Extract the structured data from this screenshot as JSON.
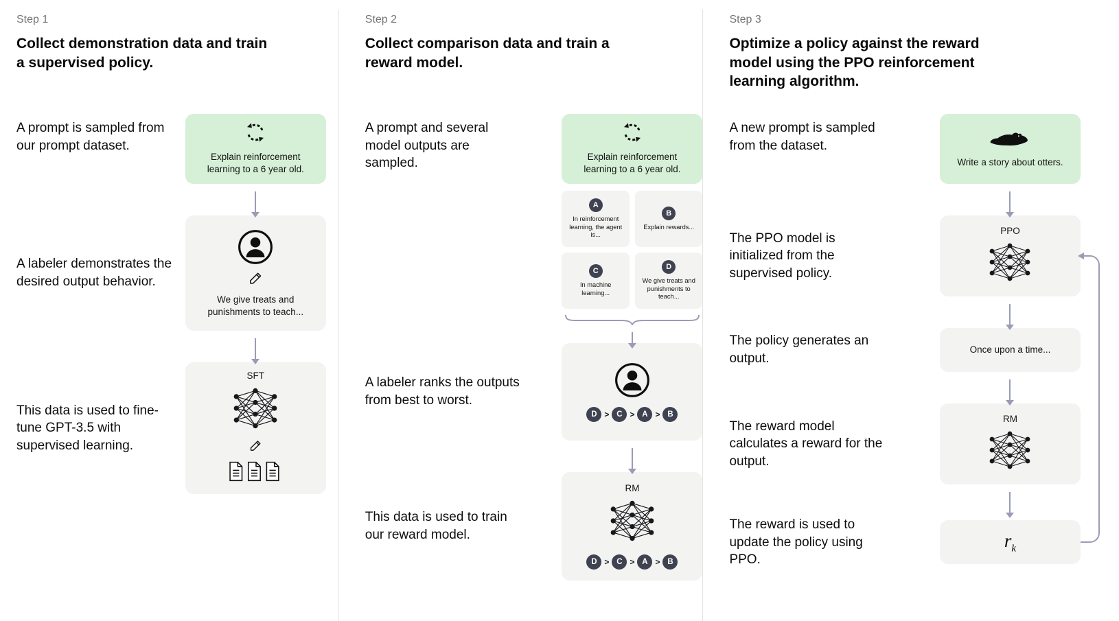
{
  "colors": {
    "green_box": "#d5f0d6",
    "gray_box": "#f3f3f2",
    "badge": "#3f4250",
    "arrow": "#9a9cb4",
    "step_label": "#757575"
  },
  "ui": {
    "gt": ">"
  },
  "step1": {
    "label": "Step 1",
    "title": "Collect demonstration data and train a supervised policy.",
    "row1_text": "A prompt is sampled from our prompt dataset.",
    "prompt_box": "Explain reinforcement learning to a 6 year old.",
    "row2_text": "A labeler demonstrates the desired output behavior.",
    "labeler_box": "We give treats and punishments to teach...",
    "row3_text": "This data is used to fine-tune GPT-3.5 with supervised learning.",
    "sft_label": "SFT"
  },
  "step2": {
    "label": "Step 2",
    "title": "Collect comparison data and train a reward model.",
    "row1_text": "A prompt and several model outputs are sampled.",
    "prompt_box": "Explain reinforcement learning to a 6 year old.",
    "outputs": [
      {
        "badge": "A",
        "text": "In reinforcement learning, the agent is..."
      },
      {
        "badge": "B",
        "text": "Explain rewards..."
      },
      {
        "badge": "C",
        "text": "In machine learning..."
      },
      {
        "badge": "D",
        "text": "We give treats and punishments to teach..."
      }
    ],
    "row2_text": "A labeler ranks the outputs from best to worst.",
    "ranking": [
      "D",
      "C",
      "A",
      "B"
    ],
    "row3_text": "This data is used to train our reward model.",
    "rm_label": "RM"
  },
  "step3": {
    "label": "Step 3",
    "title": "Optimize a policy against the reward model using the PPO reinforcement learning algorithm.",
    "row1_text": "A new prompt is sampled from the dataset.",
    "prompt_box": "Write a story about otters.",
    "row2_text": "The PPO model is initialized from the supervised policy.",
    "ppo_label": "PPO",
    "row3_text": "The policy generates an output.",
    "output_box": "Once upon a time...",
    "row4_text": "The reward model calculates a reward for the output.",
    "rm_label": "RM",
    "row5_text": "The reward is used to update the policy using PPO.",
    "reward_r": "r",
    "reward_sub": "k"
  }
}
